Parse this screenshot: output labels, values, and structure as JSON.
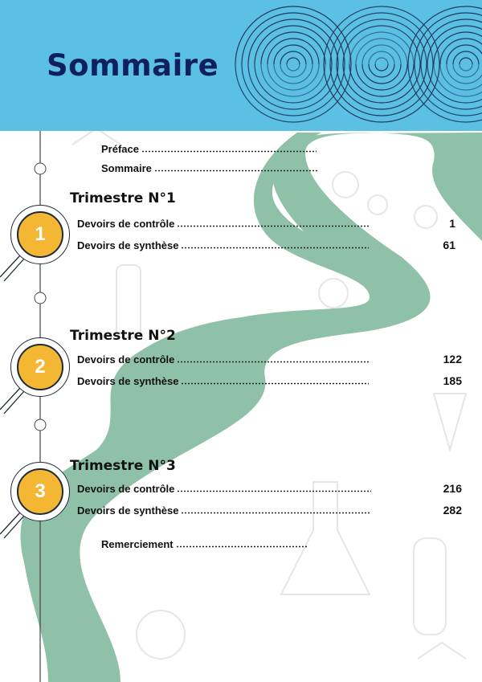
{
  "header": {
    "title": "Sommaire"
  },
  "front": [
    {
      "label": "Préface"
    },
    {
      "label": "Sommaire"
    }
  ],
  "trimestres": [
    {
      "number": "1",
      "title": "Trimestre N°1",
      "items": [
        {
          "label": "Devoirs de contrôle",
          "page": "1"
        },
        {
          "label": "Devoirs de synthèse",
          "page": "61"
        }
      ]
    },
    {
      "number": "2",
      "title": "Trimestre N°2",
      "items": [
        {
          "label": "Devoirs de contrôle",
          "page": "122"
        },
        {
          "label": "Devoirs de synthèse",
          "page": "185"
        }
      ]
    },
    {
      "number": "3",
      "title": "Trimestre N°3",
      "items": [
        {
          "label": "Devoirs de contrôle",
          "page": "216"
        },
        {
          "label": "Devoirs de synthèse",
          "page": "282"
        }
      ]
    }
  ],
  "back": [
    {
      "label": "Remerciement"
    }
  ],
  "colors": {
    "header": "#5bc0e4",
    "title": "#10205e",
    "river": "#8fc1a9",
    "badge": "#f4b733"
  }
}
